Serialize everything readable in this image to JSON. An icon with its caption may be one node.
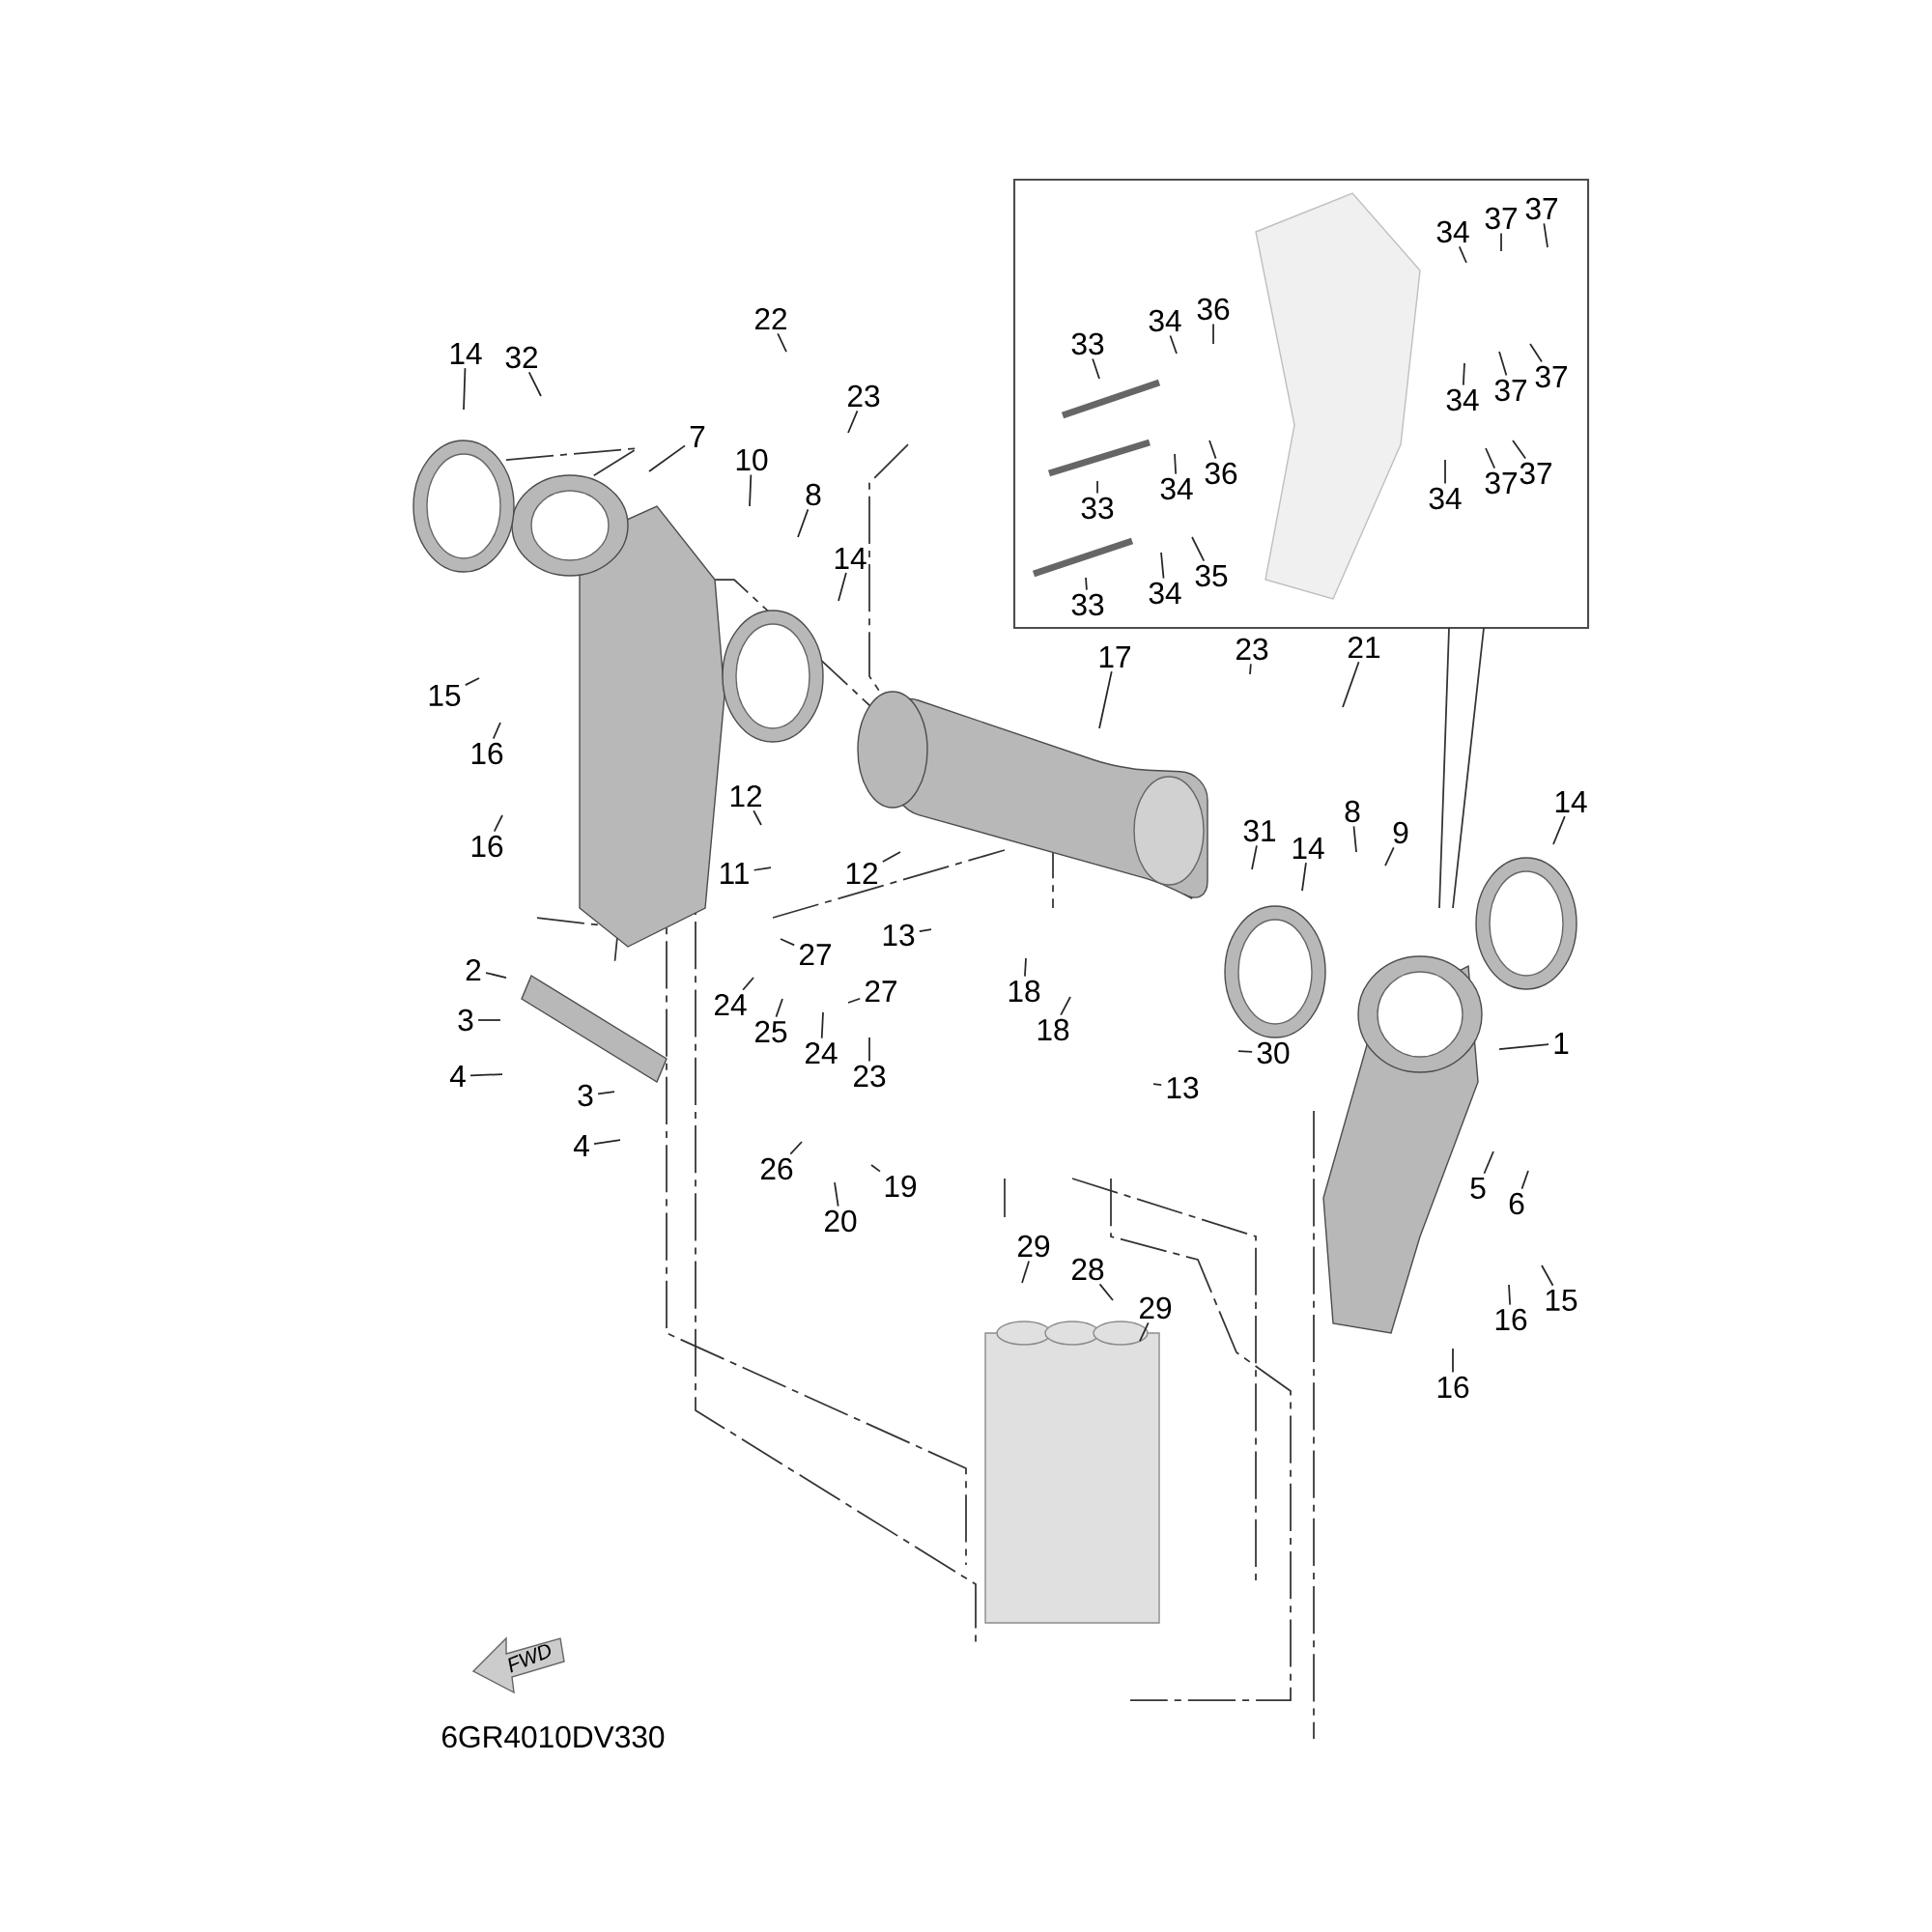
{
  "diagram": {
    "nodes": [
      {
        "text": [
          "14"
        ]
      },
      {
        "text": [
          "32"
        ]
      },
      {
        "text": [
          "7"
        ]
      },
      {
        "text": [
          "22"
        ]
      },
      {
        "text": [
          "23"
        ]
      },
      {
        "text": [
          "10"
        ]
      },
      {
        "text": [
          "8"
        ]
      },
      {
        "text": [
          "14"
        ]
      },
      {
        "text": [
          "15"
        ]
      },
      {
        "text": [
          "16"
        ]
      },
      {
        "text": [
          "16"
        ]
      },
      {
        "text": [
          "12"
        ]
      },
      {
        "text": [
          "11"
        ]
      },
      {
        "text": [
          "12"
        ]
      },
      {
        "text": [
          "17"
        ]
      },
      {
        "text": [
          "23"
        ]
      },
      {
        "text": [
          "21"
        ]
      },
      {
        "text": [
          "13"
        ]
      },
      {
        "text": [
          "27"
        ]
      },
      {
        "text": [
          "27"
        ]
      },
      {
        "text": [
          "24"
        ]
      },
      {
        "text": [
          "25"
        ]
      },
      {
        "text": [
          "24"
        ]
      },
      {
        "text": [
          "23"
        ]
      },
      {
        "text": [
          "18"
        ]
      },
      {
        "text": [
          "18"
        ]
      },
      {
        "text": [
          "31"
        ]
      },
      {
        "text": [
          "14"
        ]
      },
      {
        "text": [
          "8"
        ]
      },
      {
        "text": [
          "9"
        ]
      },
      {
        "text": [
          "14"
        ]
      },
      {
        "text": [
          "1"
        ]
      },
      {
        "text": [
          "30"
        ]
      },
      {
        "text": [
          "13"
        ]
      },
      {
        "text": [
          "5"
        ]
      },
      {
        "text": [
          "6"
        ]
      },
      {
        "text": [
          "15"
        ]
      },
      {
        "text": [
          "16"
        ]
      },
      {
        "text": [
          "16"
        ]
      },
      {
        "text": [
          "29"
        ]
      },
      {
        "text": [
          "28"
        ]
      },
      {
        "text": [
          "29"
        ]
      },
      {
        "text": [
          "2"
        ]
      },
      {
        "text": [
          "3"
        ]
      },
      {
        "text": [
          "4"
        ]
      },
      {
        "text": [
          "3"
        ]
      },
      {
        "text": [
          "4"
        ]
      },
      {
        "text": [
          "26"
        ]
      },
      {
        "text": [
          "20"
        ]
      },
      {
        "text": [
          "19"
        ]
      },
      {
        "text": [
          "33"
        ]
      },
      {
        "text": [
          "34"
        ]
      },
      {
        "text": [
          "36"
        ]
      },
      {
        "text": [
          "34"
        ]
      },
      {
        "text": [
          "37"
        ]
      },
      {
        "text": [
          "37"
        ]
      },
      {
        "text": [
          "37"
        ]
      },
      {
        "text": [
          "37"
        ]
      },
      {
        "text": [
          "34"
        ]
      },
      {
        "text": [
          "33"
        ]
      },
      {
        "text": [
          "34"
        ]
      },
      {
        "text": [
          "36"
        ]
      },
      {
        "text": [
          "37"
        ]
      },
      {
        "text": [
          "37"
        ]
      },
      {
        "text": [
          "34"
        ]
      },
      {
        "text": [
          "33"
        ]
      },
      {
        "text": [
          "34"
        ]
      },
      {
        "text": [
          "35"
        ]
      }
    ],
    "edges": [
      {
        "from": 0,
        "to": null,
        "arrow": "none"
      },
      {
        "from": 1,
        "to": null,
        "arrow": "none"
      },
      {
        "from": 2,
        "to": null,
        "arrow": "none"
      },
      {
        "from": 3,
        "to": null,
        "arrow": "none"
      },
      {
        "from": 4,
        "to": null,
        "arrow": "none"
      },
      {
        "from": 5,
        "to": null,
        "arrow": "none"
      },
      {
        "from": 6,
        "to": null,
        "arrow": "none"
      },
      {
        "from": 7,
        "to": null,
        "arrow": "none"
      },
      {
        "from": 8,
        "to": null,
        "arrow": "none"
      },
      {
        "from": 9,
        "to": null,
        "arrow": "none"
      },
      {
        "from": 10,
        "to": null,
        "arrow": "none"
      },
      {
        "from": 11,
        "to": null,
        "arrow": "none"
      },
      {
        "from": 12,
        "to": null,
        "arrow": "none"
      },
      {
        "from": 13,
        "to": null,
        "arrow": "none"
      },
      {
        "from": 14,
        "to": null,
        "arrow": "none"
      },
      {
        "from": 15,
        "to": null,
        "arrow": "none"
      },
      {
        "from": 16,
        "to": null,
        "arrow": "none"
      },
      {
        "from": 17,
        "to": null,
        "arrow": "none"
      },
      {
        "from": 18,
        "to": null,
        "arrow": "none"
      },
      {
        "from": 19,
        "to": null,
        "arrow": "none"
      },
      {
        "from": 20,
        "to": null,
        "arrow": "none"
      },
      {
        "from": 21,
        "to": null,
        "arrow": "none"
      },
      {
        "from": 22,
        "to": null,
        "arrow": "none"
      },
      {
        "from": 23,
        "to": null,
        "arrow": "none"
      },
      {
        "from": 24,
        "to": null,
        "arrow": "none"
      },
      {
        "from": 25,
        "to": null,
        "arrow": "none"
      },
      {
        "from": 26,
        "to": null,
        "arrow": "none"
      },
      {
        "from": 27,
        "to": null,
        "arrow": "none"
      },
      {
        "from": 28,
        "to": null,
        "arrow": "none"
      },
      {
        "from": 29,
        "to": null,
        "arrow": "none"
      },
      {
        "from": 30,
        "to": null,
        "arrow": "none"
      },
      {
        "from": 31,
        "to": null,
        "arrow": "none"
      },
      {
        "from": 32,
        "to": null,
        "arrow": "none"
      },
      {
        "from": 33,
        "to": null,
        "arrow": "none"
      },
      {
        "from": 34,
        "to": null,
        "arrow": "none"
      },
      {
        "from": 35,
        "to": null,
        "arrow": "none"
      },
      {
        "from": 36,
        "to": null,
        "arrow": "none"
      },
      {
        "from": 37,
        "to": null,
        "arrow": "none"
      },
      {
        "from": 38,
        "to": null,
        "arrow": "none"
      },
      {
        "from": 39,
        "to": null,
        "arrow": "none"
      },
      {
        "from": 40,
        "to": null,
        "arrow": "none"
      },
      {
        "from": 41,
        "to": null,
        "arrow": "none"
      },
      {
        "from": 42,
        "to": null,
        "arrow": "none"
      },
      {
        "from": 43,
        "to": null,
        "arrow": "none"
      },
      {
        "from": 44,
        "to": null,
        "arrow": "none"
      },
      {
        "from": 45,
        "to": null,
        "arrow": "none"
      },
      {
        "from": 46,
        "to": null,
        "arrow": "none"
      },
      {
        "from": 47,
        "to": null,
        "arrow": "none"
      },
      {
        "from": 48,
        "to": null,
        "arrow": "none"
      },
      {
        "from": 49,
        "to": null,
        "arrow": "none"
      },
      {
        "from": 50,
        "to": null,
        "arrow": "none"
      },
      {
        "from": 51,
        "to": null,
        "arrow": "none"
      },
      {
        "from": 52,
        "to": null,
        "arrow": "none"
      },
      {
        "from": 53,
        "to": null,
        "arrow": "none"
      },
      {
        "from": 54,
        "to": null,
        "arrow": "none"
      },
      {
        "from": 55,
        "to": null,
        "arrow": "none"
      },
      {
        "from": 56,
        "to": null,
        "arrow": "none"
      },
      {
        "from": 57,
        "to": null,
        "arrow": "none"
      },
      {
        "from": 58,
        "to": null,
        "arrow": "none"
      },
      {
        "from": 59,
        "to": null,
        "arrow": "none"
      },
      {
        "from": 60,
        "to": null,
        "arrow": "none"
      },
      {
        "from": 61,
        "to": null,
        "arrow": "none"
      },
      {
        "from": 62,
        "to": null,
        "arrow": "none"
      },
      {
        "from": 63,
        "to": null,
        "arrow": "none"
      },
      {
        "from": 64,
        "to": null,
        "arrow": "none"
      },
      {
        "from": 65,
        "to": null,
        "arrow": "none"
      },
      {
        "from": 66,
        "to": null,
        "arrow": "none"
      },
      {
        "from": 67,
        "to": null,
        "arrow": "none"
      }
    ],
    "labels": [
      "FWD",
      "6GR4010DV330"
    ]
  }
}
